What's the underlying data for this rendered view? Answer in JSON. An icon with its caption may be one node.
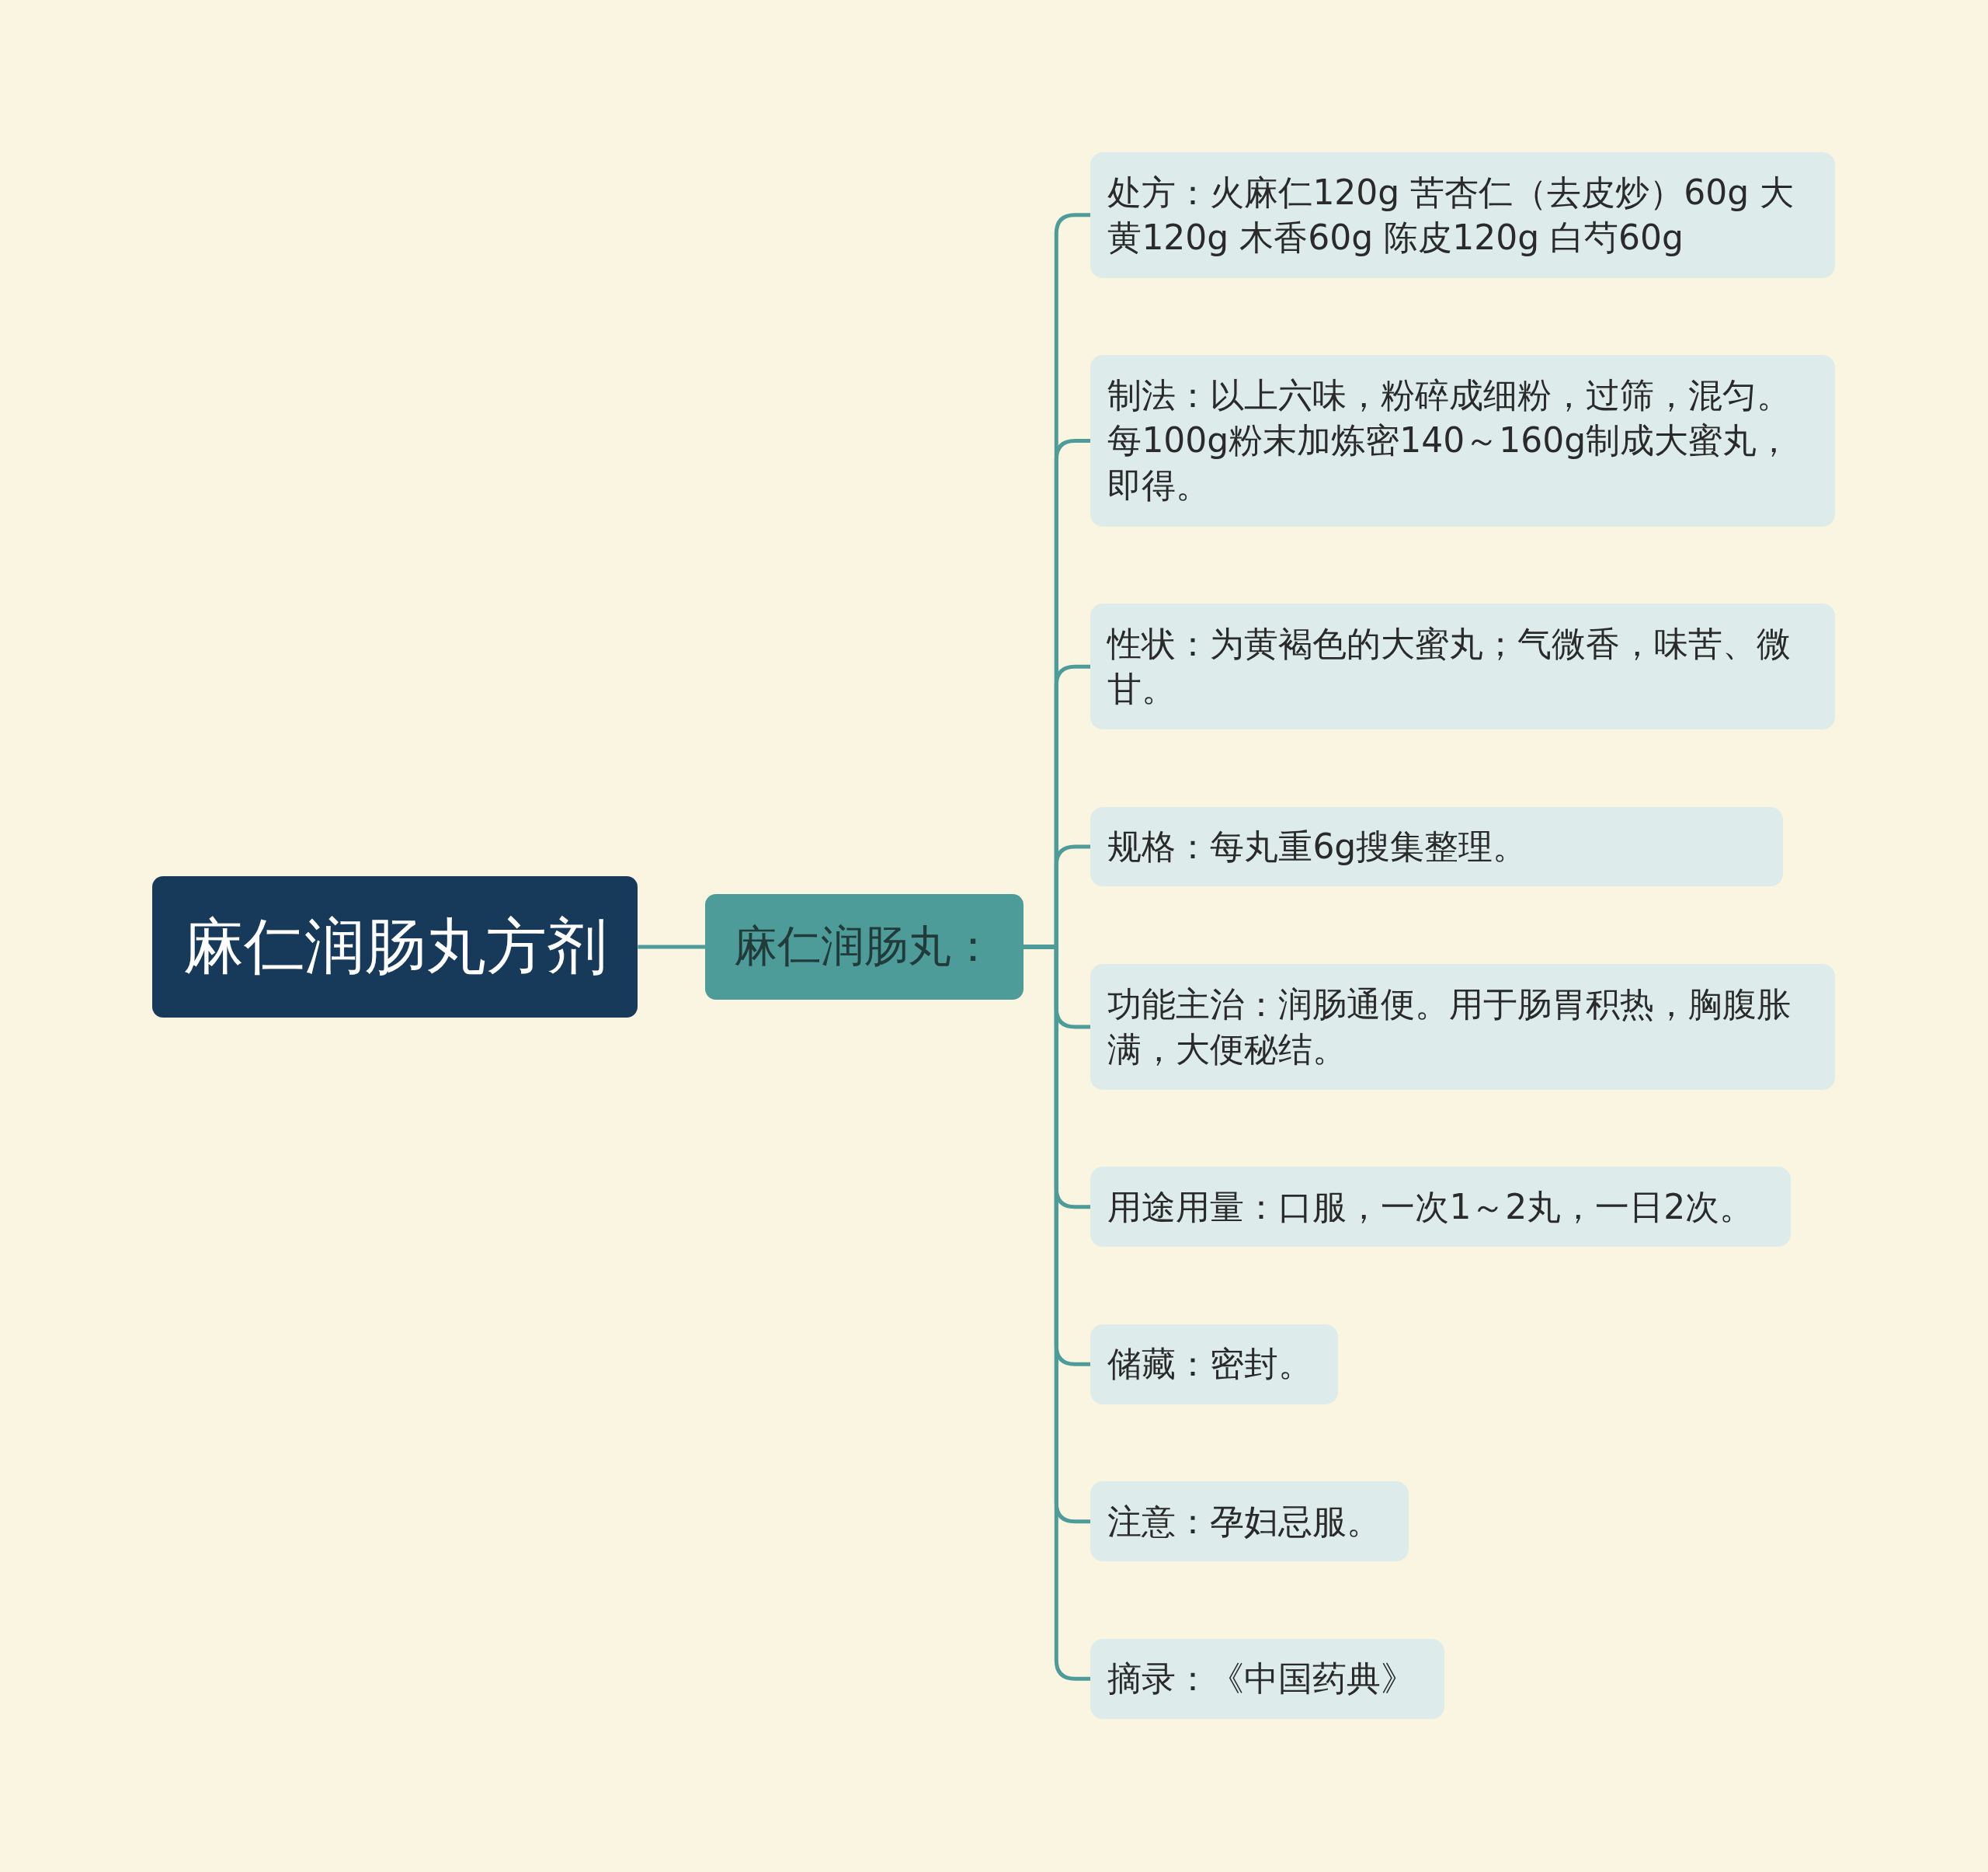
{
  "diagram": {
    "nodes": [
      {
        "text": [
          "麻仁润肠丸方剂"
        ]
      },
      {
        "text": [
          "麻仁润肠丸："
        ]
      },
      {
        "text": [
          "处方：火麻仁120g 苦杏仁（去皮炒）60g 大黄120g 木香60g 陈皮120g 白芍60g"
        ]
      },
      {
        "text": [
          "制法：以上六味，粉碎成细粉，过筛，混匀。每100g粉末加炼密140～160g制成大蜜丸，即得。"
        ]
      },
      {
        "text": [
          "性状：为黄褐色的大蜜丸；气微香，味苦、微甘。"
        ]
      },
      {
        "text": [
          "规格：每丸重6g搜集整理。"
        ]
      },
      {
        "text": [
          "功能主治：润肠通便。用于肠胃积热，胸腹胀满，大便秘结。"
        ]
      },
      {
        "text": [
          "用途用量：口服，一次1～2丸，一日2次。"
        ]
      },
      {
        "text": [
          "储藏：密封。"
        ]
      },
      {
        "text": [
          "注意：孕妇忌服。"
        ]
      },
      {
        "text": [
          "摘录：《中国药典》"
        ]
      }
    ],
    "edges": [
      {
        "from": 0,
        "to": 1,
        "arrow": "none"
      },
      {
        "from": 1,
        "to": 2,
        "arrow": "none"
      },
      {
        "from": 1,
        "to": 3,
        "arrow": "none"
      },
      {
        "from": 1,
        "to": 4,
        "arrow": "none"
      },
      {
        "from": 1,
        "to": 5,
        "arrow": "none"
      },
      {
        "from": 1,
        "to": 6,
        "arrow": "none"
      },
      {
        "from": 1,
        "to": 7,
        "arrow": "none"
      },
      {
        "from": 1,
        "to": 8,
        "arrow": "none"
      },
      {
        "from": 1,
        "to": 9,
        "arrow": "none"
      },
      {
        "from": 1,
        "to": 10,
        "arrow": "none"
      }
    ]
  }
}
